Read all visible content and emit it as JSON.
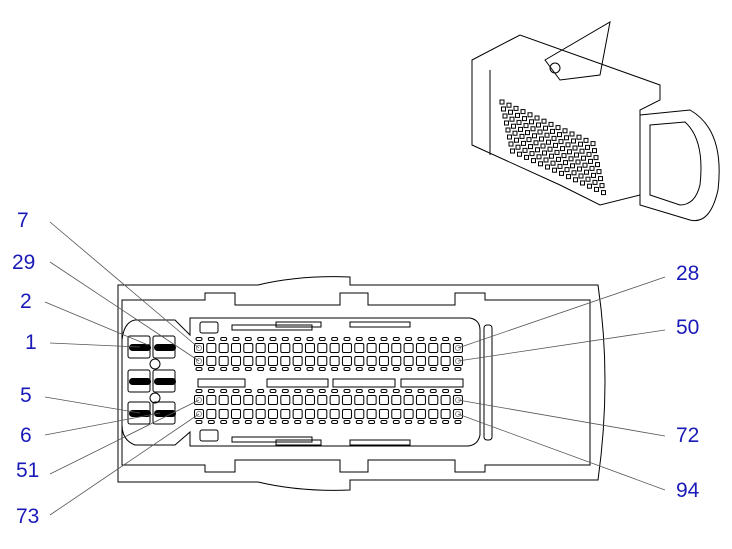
{
  "diagram": {
    "labels_left": [
      {
        "text": "7",
        "pin": "row1-first"
      },
      {
        "text": "29",
        "pin": "row2-first"
      },
      {
        "text": "2",
        "pin": "blade-2"
      },
      {
        "text": "1",
        "pin": "blade-1"
      },
      {
        "text": "5",
        "pin": "blade-5"
      },
      {
        "text": "6",
        "pin": "blade-6"
      },
      {
        "text": "51",
        "pin": "row3-first"
      },
      {
        "text": "73",
        "pin": "row4-first"
      }
    ],
    "labels_right": [
      {
        "text": "28",
        "pin": "row1-last"
      },
      {
        "text": "50",
        "pin": "row2-last"
      },
      {
        "text": "72",
        "pin": "row3-last"
      },
      {
        "text": "94",
        "pin": "row4-last"
      }
    ],
    "pins_per_row": 22,
    "rows": 4,
    "label_color": "#1a1ab8"
  }
}
